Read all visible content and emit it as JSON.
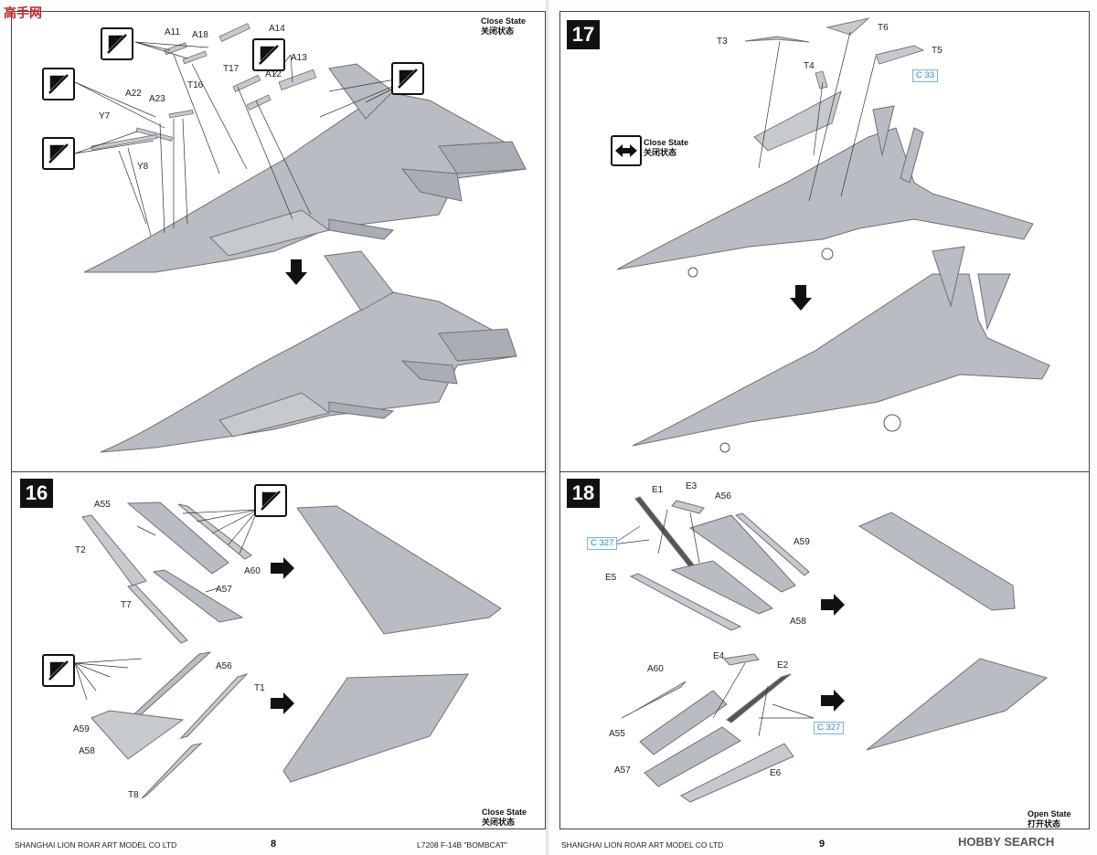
{
  "watermark_top": "高手网",
  "watermark_bottom": "HOBBY SEARCH",
  "left_page": {
    "step15": {
      "state_en": "Close State",
      "state_cn": "关闭状态",
      "labels": [
        "A11",
        "A18",
        "A14",
        "A13",
        "A12",
        "T17",
        "T16",
        "A22",
        "A23",
        "Y7",
        "Y8"
      ]
    },
    "step16": {
      "num": "16",
      "state_en": "Close State",
      "state_cn": "关闭状态",
      "labels": [
        "A55",
        "T2",
        "A60",
        "A57",
        "T7",
        "A56",
        "T1",
        "A59",
        "A58",
        "T8"
      ]
    },
    "footer_company": "SHANGHAI LION ROAR ART MODEL CO LTD",
    "page_number": "8",
    "footer_product": "L7208  F-14B  \"BOMBCAT\""
  },
  "right_page": {
    "step17": {
      "num": "17",
      "state_en": "Close State",
      "state_cn": "关闭状态",
      "labels": [
        "T6",
        "T3",
        "T5",
        "T4"
      ],
      "ref": "C 33"
    },
    "step18": {
      "num": "18",
      "state_en": "Open State",
      "state_cn": "打开状态",
      "labels": [
        "E1",
        "E3",
        "A56",
        "A59",
        "E5",
        "A58",
        "E4",
        "E2",
        "A60",
        "A55",
        "A57",
        "E6"
      ],
      "ref1": "C 327",
      "ref2": "C 327"
    },
    "footer_company": "SHANGHAI LION ROAR ART MODEL CO LTD",
    "page_number": "9"
  },
  "colors": {
    "metal": "#b9bdc3",
    "metal_dark": "#8e939a",
    "line": "#333333",
    "ref_blue": "#4a8fb3"
  }
}
